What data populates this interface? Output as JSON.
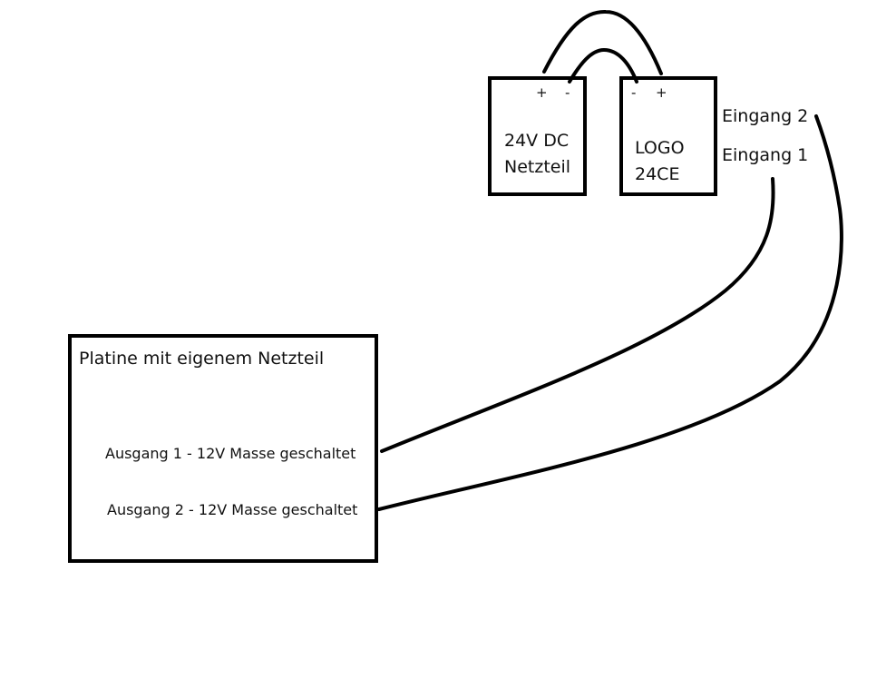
{
  "psu": {
    "plus": "+",
    "minus": "-",
    "line1": "24V DC",
    "line2": "Netzteil"
  },
  "logo": {
    "minus": "-",
    "plus": "+",
    "line1": "LOGO",
    "line2": "24CE"
  },
  "inputs": {
    "in2": "Eingang 2",
    "in1": "Eingang 1"
  },
  "board": {
    "title": "Platine mit eigenem Netzteil",
    "out1": "Ausgang 1 - 12V Masse geschaltet",
    "out2": "Ausgang 2 - 12V Masse geschaltet"
  }
}
